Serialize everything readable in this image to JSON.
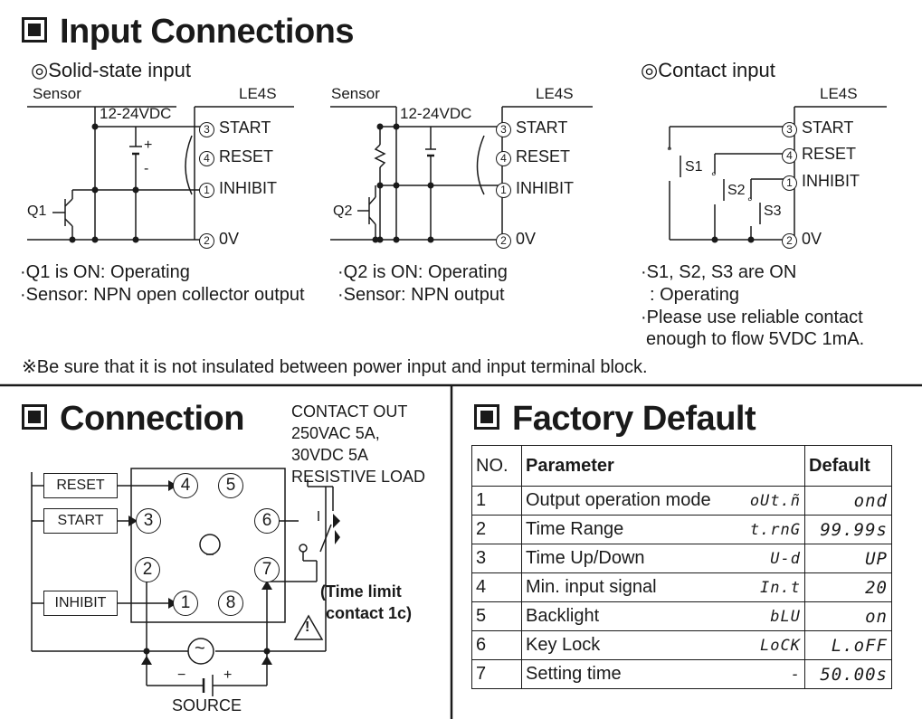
{
  "input_connections": {
    "title": "Input Connections",
    "solid_state": {
      "title": "◎Solid-state input",
      "left": {
        "sensor": "Sensor",
        "device": "LE4S",
        "supply": "12-24VDC",
        "plus": "+",
        "minus": "-",
        "t_start": "START",
        "t_reset": "RESET",
        "t_inhibit": "INHIBIT",
        "t_0v": "0V",
        "n3": "3",
        "n4": "4",
        "n1": "1",
        "n2": "2",
        "transistor": "Q1",
        "note1": "·Q1 is ON: Operating",
        "note2": "·Sensor: NPN open collector output"
      },
      "right": {
        "sensor": "Sensor",
        "device": "LE4S",
        "supply": "12-24VDC",
        "t_start": "START",
        "t_reset": "RESET",
        "t_inhibit": "INHIBIT",
        "t_0v": "0V",
        "n3": "3",
        "n4": "4",
        "n1": "1",
        "n2": "2",
        "transistor": "Q2",
        "note1": "·Q2 is ON: Operating",
        "note2": "·Sensor: NPN output"
      }
    },
    "contact": {
      "title": "◎Contact input",
      "device": "LE4S",
      "t_start": "START",
      "t_reset": "RESET",
      "t_inhibit": "INHIBIT",
      "t_0v": "0V",
      "n3": "3",
      "n4": "4",
      "n1": "1",
      "n2": "2",
      "s1": "S1",
      "s2": "S2",
      "s3": "S3",
      "note1": "·S1, S2, S3 are ON",
      "note2": ": Operating",
      "note3": "·Please use reliable contact",
      "note4": "enough to flow 5VDC 1mA."
    },
    "warning": "※Be sure that it is not insulated between power input and input terminal block."
  },
  "connection": {
    "title": "Connection",
    "contact_out": [
      "CONTACT OUT",
      "250VAC 5A,",
      "30VDC 5A",
      "RESISTIVE LOAD"
    ],
    "reset": "RESET",
    "start": "START",
    "inhibit": "INHIBIT",
    "pins": {
      "p1": "1",
      "p2": "2",
      "p3": "3",
      "p4": "4",
      "p5": "5",
      "p6": "6",
      "p7": "7",
      "p8": "8"
    },
    "time_limit": [
      "(Time limit",
      "contact 1c)"
    ],
    "source": "SOURCE",
    "minus": "−",
    "plus": "+",
    "ac_symbol": "~",
    "warning_symbol": "!"
  },
  "factory_default": {
    "title": "Factory Default",
    "headers": {
      "no": "NO.",
      "parameter": "Parameter",
      "default": "Default"
    },
    "rows": [
      {
        "no": "1",
        "parameter": "Output operation mode",
        "code": "oUt.ñ",
        "default": "ond"
      },
      {
        "no": "2",
        "parameter": "Time Range",
        "code": "t.rnG",
        "default": "99.99s"
      },
      {
        "no": "3",
        "parameter": "Time Up/Down",
        "code": "U-d",
        "default": "UP"
      },
      {
        "no": "4",
        "parameter": "Min. input signal",
        "code": "In.t",
        "default": "20"
      },
      {
        "no": "5",
        "parameter": "Backlight",
        "code": "bLU",
        "default": "on"
      },
      {
        "no": "6",
        "parameter": "Key Lock",
        "code": "LoCK",
        "default": "L.oFF"
      },
      {
        "no": "7",
        "parameter": "Setting time",
        "code": "-",
        "default": "50.00s"
      }
    ]
  }
}
